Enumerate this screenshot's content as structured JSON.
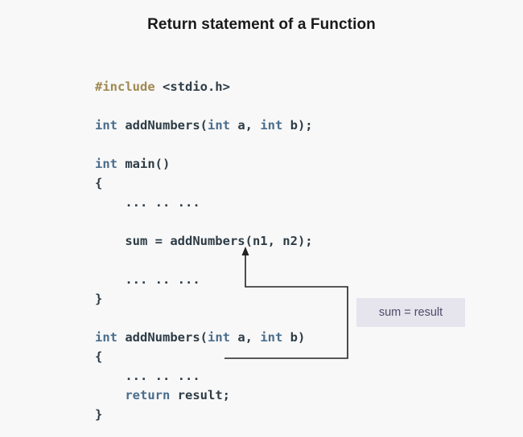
{
  "title": "Return statement of a Function",
  "colors": {
    "background": "#f8f8f8",
    "keyword": "#4a6d8c",
    "preprocessor": "#a08a52",
    "text": "#2e3c46",
    "label_bg": "#e6e4ec",
    "label_text": "#4e4a6b",
    "arrow": "#222222"
  },
  "code_lines": [
    {
      "id": "line-include",
      "tokens": [
        {
          "cls": "pre",
          "t": "#include"
        },
        {
          "cls": "plain",
          "t": " <stdio.h>"
        }
      ]
    },
    {
      "id": "line-blank-1",
      "tokens": []
    },
    {
      "id": "line-prototype",
      "tokens": [
        {
          "cls": "kw",
          "t": "int"
        },
        {
          "cls": "plain",
          "t": " addNumbers("
        },
        {
          "cls": "kw",
          "t": "int"
        },
        {
          "cls": "plain",
          "t": " a, "
        },
        {
          "cls": "kw",
          "t": "int"
        },
        {
          "cls": "plain",
          "t": " b);"
        }
      ]
    },
    {
      "id": "line-blank-2",
      "tokens": []
    },
    {
      "id": "line-main",
      "tokens": [
        {
          "cls": "kw",
          "t": "int"
        },
        {
          "cls": "plain",
          "t": " main()"
        }
      ]
    },
    {
      "id": "line-main-open",
      "tokens": [
        {
          "cls": "plain",
          "t": "{"
        }
      ]
    },
    {
      "id": "line-dots-1",
      "tokens": [
        {
          "cls": "plain",
          "t": "    ... .. ..."
        }
      ]
    },
    {
      "id": "line-blank-3",
      "tokens": []
    },
    {
      "id": "line-call",
      "tokens": [
        {
          "cls": "plain",
          "t": "    sum = addNumbers(n1, n2);"
        }
      ]
    },
    {
      "id": "line-blank-4",
      "tokens": []
    },
    {
      "id": "line-dots-2",
      "tokens": [
        {
          "cls": "plain",
          "t": "    ... .. ..."
        }
      ]
    },
    {
      "id": "line-main-close",
      "tokens": [
        {
          "cls": "plain",
          "t": "}"
        }
      ]
    },
    {
      "id": "line-blank-5",
      "tokens": []
    },
    {
      "id": "line-def",
      "tokens": [
        {
          "cls": "kw",
          "t": "int"
        },
        {
          "cls": "plain",
          "t": " addNumbers("
        },
        {
          "cls": "kw",
          "t": "int"
        },
        {
          "cls": "plain",
          "t": " a, "
        },
        {
          "cls": "kw",
          "t": "int"
        },
        {
          "cls": "plain",
          "t": " b)"
        }
      ]
    },
    {
      "id": "line-def-open",
      "tokens": [
        {
          "cls": "plain",
          "t": "{"
        }
      ]
    },
    {
      "id": "line-dots-3",
      "tokens": [
        {
          "cls": "plain",
          "t": "    ... .. ..."
        }
      ]
    },
    {
      "id": "line-return",
      "tokens": [
        {
          "cls": "plain",
          "t": "    "
        },
        {
          "cls": "kw",
          "t": "return"
        },
        {
          "cls": "plain",
          "t": " result;"
        }
      ]
    },
    {
      "id": "line-def-close",
      "tokens": [
        {
          "cls": "plain",
          "t": "}"
        }
      ]
    }
  ],
  "annotation": {
    "label": "sum = result"
  }
}
